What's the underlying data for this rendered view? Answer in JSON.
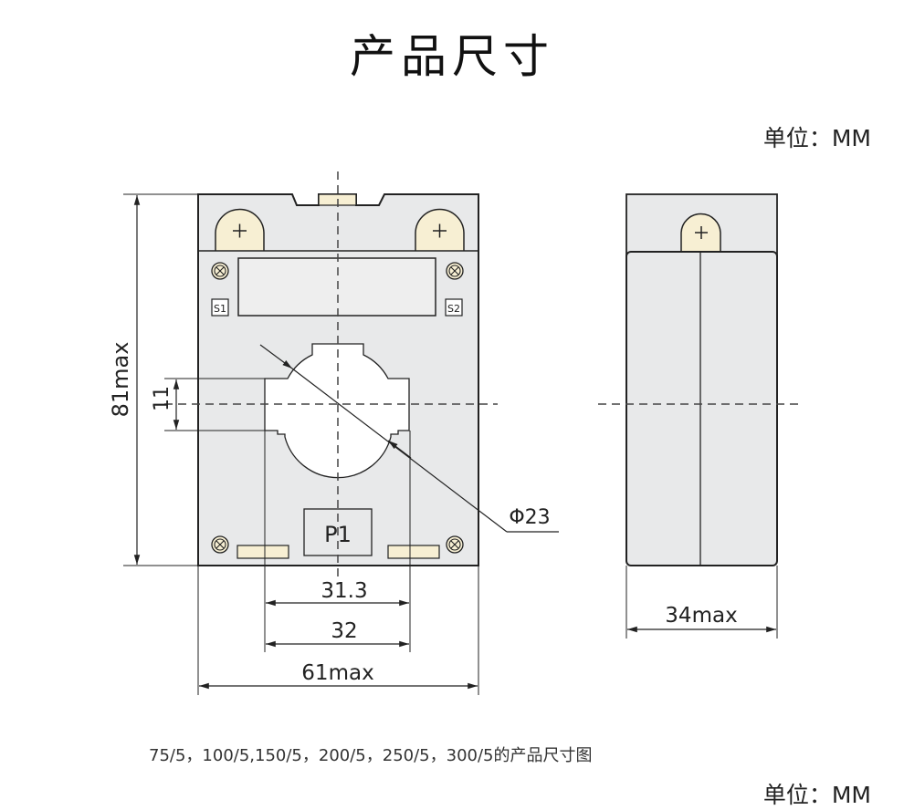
{
  "title": "产品尺寸",
  "unit_label": "单位：MM",
  "caption": "75/5，100/5,150/5，200/5，250/5，300/5的产品尺寸图",
  "front_view": {
    "terminal_labels": [
      "S1",
      "S2"
    ],
    "primary_label": "P1",
    "dimensions": {
      "height": "81max",
      "offset": "11",
      "aperture_diameter": "Φ23",
      "inner_width_1": "31.3",
      "inner_width_2": "32",
      "width": "61max"
    }
  },
  "side_view": {
    "dimensions": {
      "depth": "34max"
    }
  },
  "colors": {
    "body": "#e8e9ea",
    "terminal": "#f7efd3",
    "line": "#222222"
  }
}
